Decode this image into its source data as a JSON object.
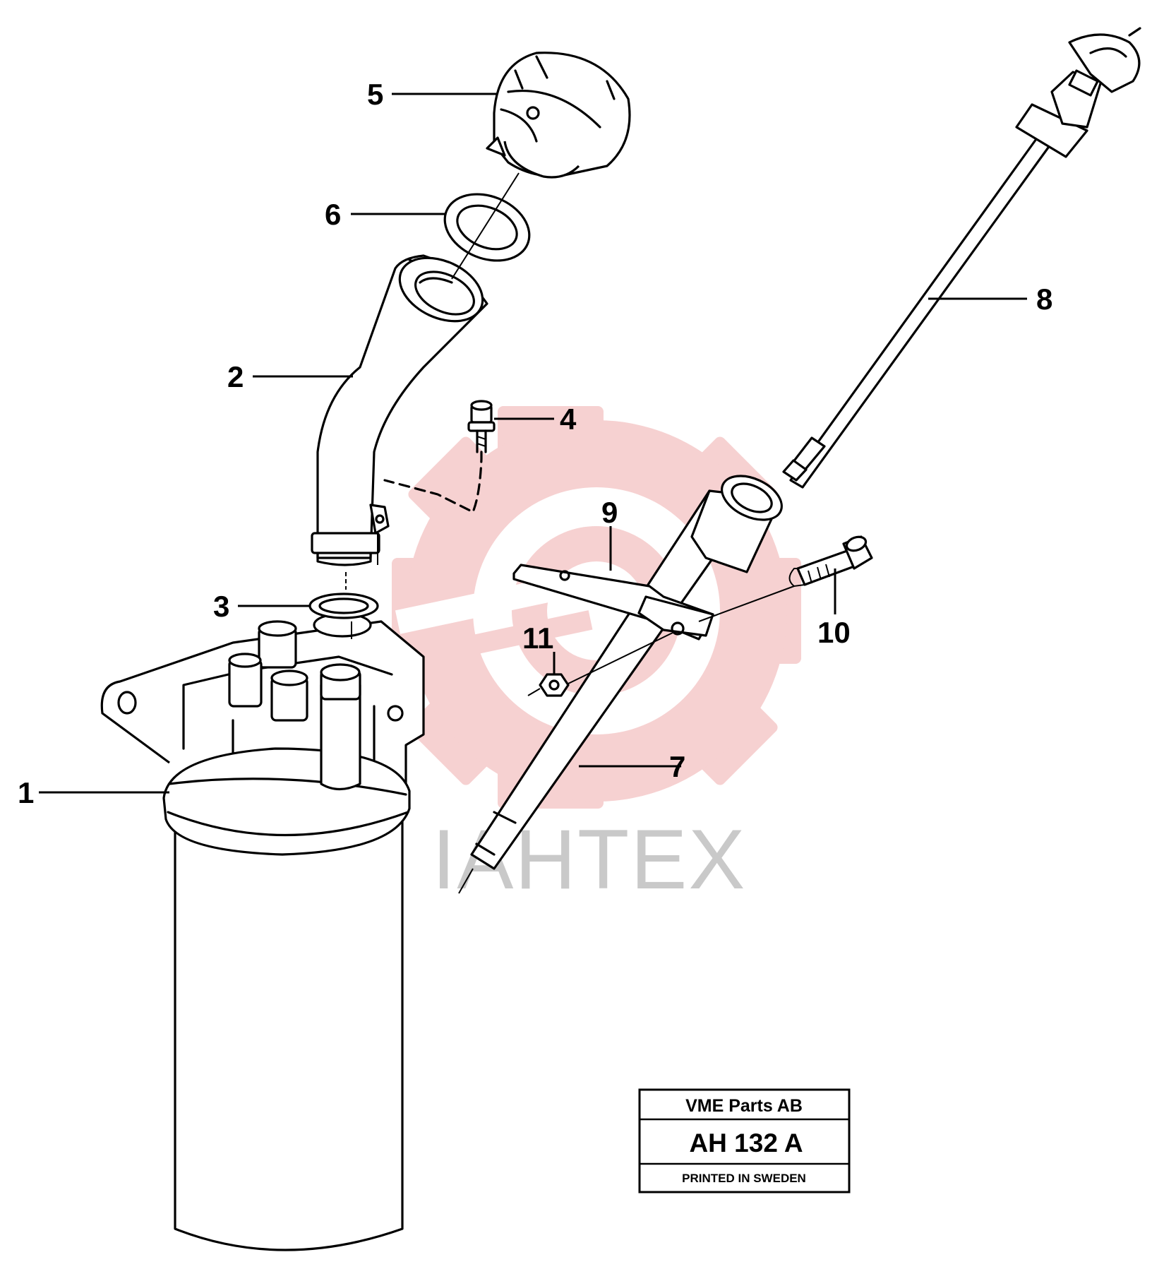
{
  "watermark": {
    "text": "IAHTEX",
    "gear_color": "#f5c9c9",
    "text_color": "#c9c9c9"
  },
  "callouts": {
    "p1": "1",
    "p2": "2",
    "p3": "3",
    "p4": "4",
    "p5": "5",
    "p6": "6",
    "p7": "7",
    "p8": "8",
    "p9": "9",
    "p10": "10",
    "p11": "11"
  },
  "title_block": {
    "company": "VME Parts AB",
    "code": "AH 132 A",
    "printed": "PRINTED IN SWEDEN"
  }
}
